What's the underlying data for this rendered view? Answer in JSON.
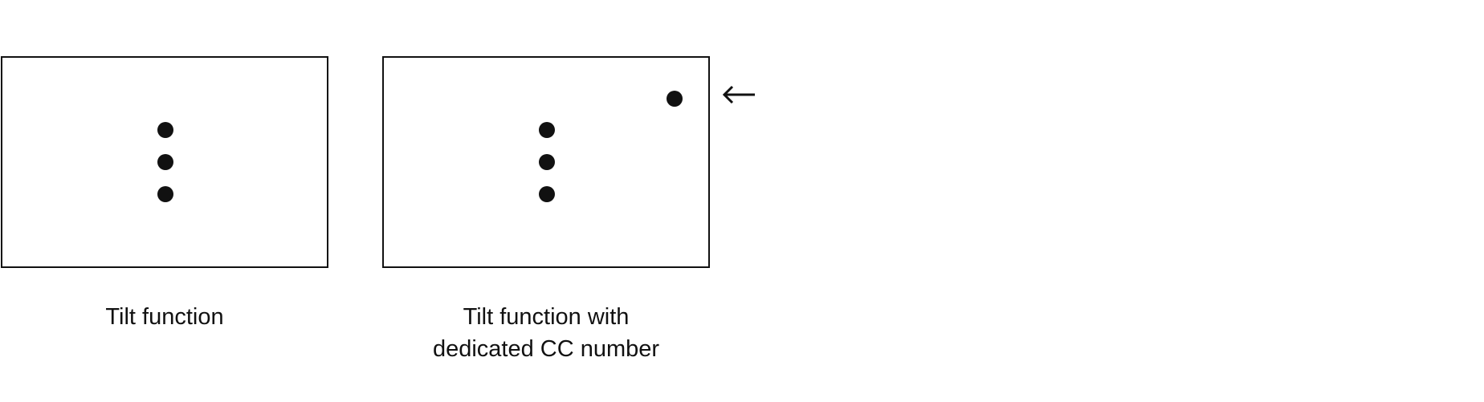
{
  "diagram": {
    "panels": [
      {
        "caption_lines": [
          "Tilt function"
        ],
        "indicator_icon": "three-dot-vertical-icon"
      },
      {
        "caption_lines": [
          "Tilt function with",
          "dedicated CC number"
        ],
        "indicator_icon": "three-dot-vertical-icon",
        "extra_dot_icon": "single-dot-icon",
        "pointer_icon": "left-arrow-icon"
      }
    ],
    "colors": {
      "stroke": "#111111",
      "background": "#ffffff"
    }
  }
}
